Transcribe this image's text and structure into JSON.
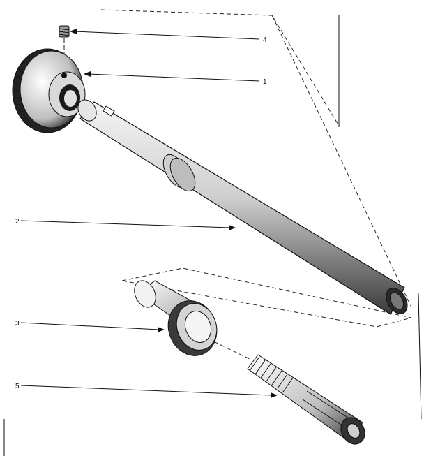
{
  "figure": {
    "callouts": [
      {
        "id": "callout-4",
        "label": "4"
      },
      {
        "id": "callout-1",
        "label": "1"
      },
      {
        "id": "callout-2",
        "label": "2"
      },
      {
        "id": "callout-3",
        "label": "3"
      },
      {
        "id": "callout-5",
        "label": "5"
      }
    ],
    "ink_color": "#111111",
    "paper_color": "#ffffff"
  }
}
